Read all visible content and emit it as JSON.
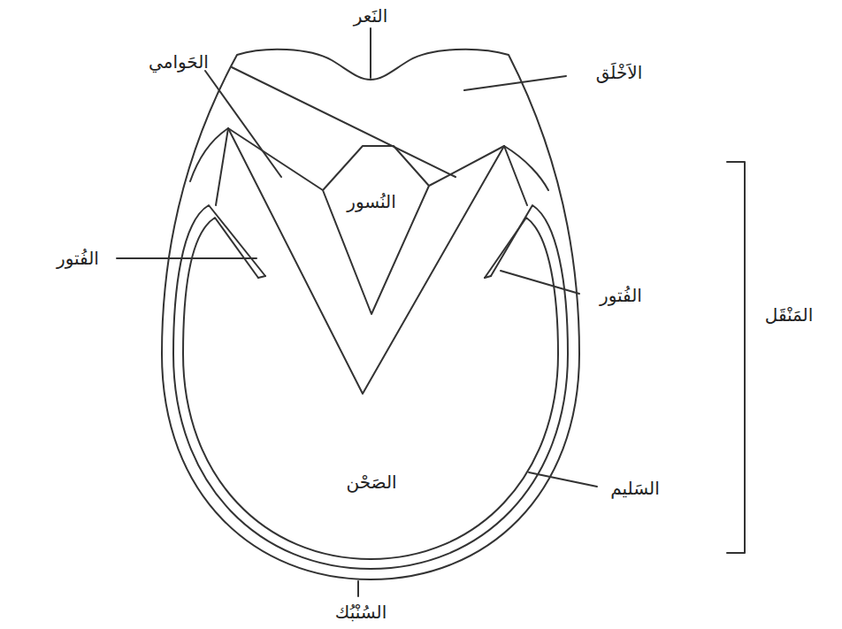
{
  "diagram": {
    "labels": [
      "النَعر",
      "الاَخْلَق",
      "الحَوامي",
      "النُسور",
      "الفُتور",
      "الفُتور",
      "المَنْقَل",
      "الصَحْن",
      "السَليم",
      "السُنْبُك"
    ]
  }
}
